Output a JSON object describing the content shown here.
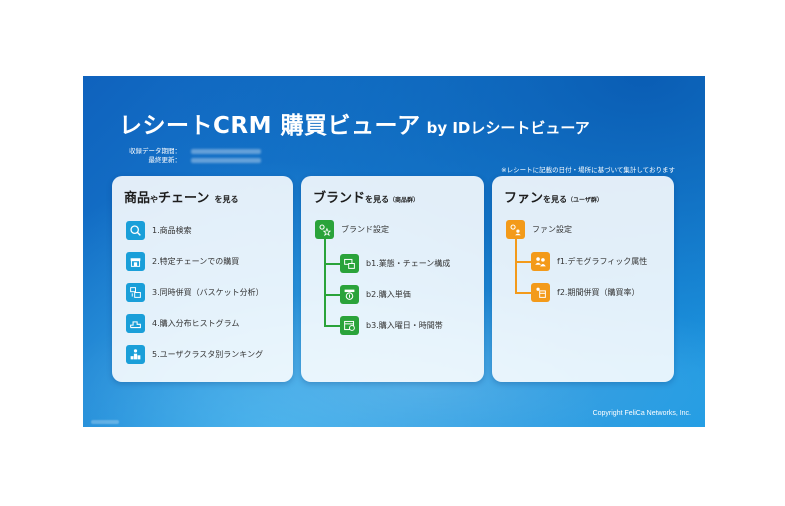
{
  "title": {
    "main": "レシートCRM 購買ビューア",
    "sub": "by IDレシートビューア"
  },
  "meta": {
    "label1": "収録データ期間：",
    "label2": "最終更新："
  },
  "note": "※レシートに記載の日付・場所に基づいて集計しております",
  "copyright": "Copyright FeliCa Networks, Inc.",
  "card1": {
    "h1": "商品",
    "h2": "や",
    "h3": "チェーン",
    "h4": "を見る",
    "items": [
      {
        "label": "1.商品検索",
        "icon": "search-icon"
      },
      {
        "label": "2.特定チェーンでの購買",
        "icon": "store-icon"
      },
      {
        "label": "3.同時併買（バスケット分析）",
        "icon": "basket-icon"
      },
      {
        "label": "4.購入分布ヒストグラム",
        "icon": "histogram-icon"
      },
      {
        "label": "5.ユーザクラスタ別ランキング",
        "icon": "ranking-icon"
      }
    ]
  },
  "card2": {
    "h1": "ブランド",
    "h2": "を見る",
    "h3": "（商品群）",
    "root": {
      "label": "ブランド設定",
      "icon": "brand-settings-icon"
    },
    "items": [
      {
        "label": "b1.業態・チェーン構成",
        "icon": "chain-composition-icon"
      },
      {
        "label": "b2.購入単価",
        "icon": "unit-price-icon"
      },
      {
        "label": "b3.購入曜日・時間帯",
        "icon": "calendar-clock-icon"
      }
    ]
  },
  "card3": {
    "h1": "ファン",
    "h2": "を見る",
    "h3": "（ユーザ群）",
    "root": {
      "label": "ファン設定",
      "icon": "fan-settings-icon"
    },
    "items": [
      {
        "label": "f1.デモグラフィック属性",
        "icon": "users-icon"
      },
      {
        "label": "f2.期間併買（購買率）",
        "icon": "period-basket-icon"
      }
    ]
  },
  "colors": {
    "blue_icon": "#1a9fd9",
    "green_icon": "#2aa33a",
    "orange_icon": "#f39a1a",
    "background": "#1576cc"
  }
}
